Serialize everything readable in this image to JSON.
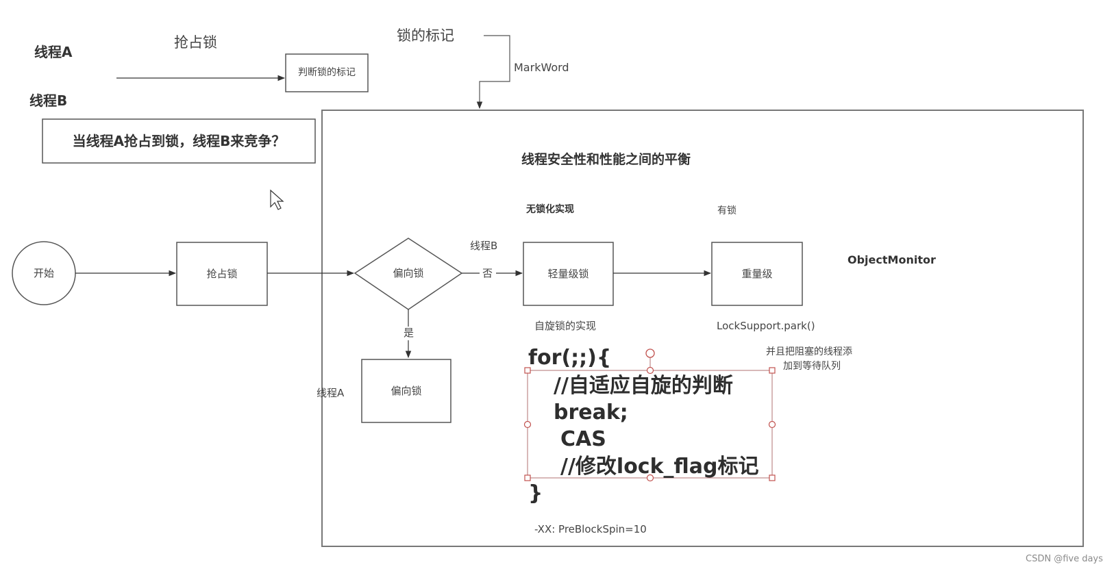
{
  "threads": {
    "thread_a": "线程A",
    "thread_b": "线程B"
  },
  "top": {
    "acquire_lock_label": "抢占锁",
    "lock_mark_label": "锁的标记",
    "markword_label": "MarkWord",
    "judge_box": "判断锁的标记"
  },
  "question": "当线程A抢占到锁，线程B来竞争？",
  "panel": {
    "title": "线程安全性和性能之间的平衡",
    "lockfree_label": "无锁化实现",
    "haslock_label": "有锁",
    "object_monitor": "ObjectMonitor"
  },
  "flow": {
    "start": "开始",
    "acquire": "抢占锁",
    "biased_decision": "偏向锁",
    "thread_b_label": "线程B",
    "no_label": "否",
    "yes_label": "是",
    "lightweight": "轻量级锁",
    "heavyweight": "重量级",
    "biased_result": "偏向锁",
    "thread_a_label": "线程A"
  },
  "notes": {
    "spin_impl": "自旋锁的实现",
    "lock_support": "LockSupport.park()",
    "queue_note_line1": "并且把阻塞的线程添",
    "queue_note_line2": "加到等待队列",
    "jvm_flag": "-XX: PreBlockSpin=10"
  },
  "code": {
    "line1": "for(;;){",
    "line2": "//自适应自旋的判断",
    "line3": "break;",
    "line4": "CAS",
    "line5": "//修改lock_flag标记",
    "line6": "}"
  },
  "watermark": "CSDN @five days",
  "colors": {
    "line": "#555555",
    "handle": "#c0504d",
    "selection": "#b07070"
  }
}
